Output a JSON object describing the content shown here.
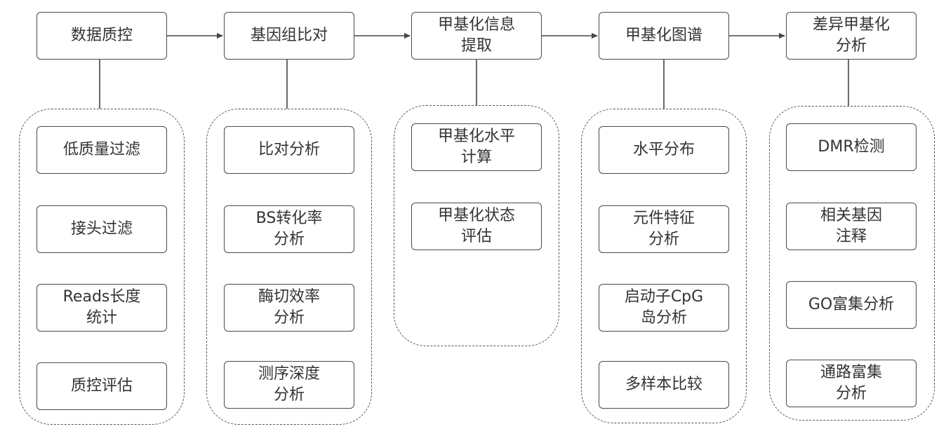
{
  "stages": [
    {
      "title": "数据质控",
      "steps": [
        "低质量过滤",
        "接头过滤",
        "Reads长度\n统计",
        "质控评估"
      ]
    },
    {
      "title": "基因组比对",
      "steps": [
        "比对分析",
        "BS转化率\n分析",
        "酶切效率\n分析",
        "测序深度\n分析"
      ]
    },
    {
      "title": "甲基化信息\n提取",
      "steps": [
        "甲基化水平\n计算",
        "甲基化状态\n评估"
      ]
    },
    {
      "title": "甲基化图谱",
      "steps": [
        "水平分布",
        "元件特征\n分析",
        "启动子CpG\n岛分析",
        "多样本比较"
      ]
    },
    {
      "title": "差异甲基化\n分析",
      "steps": [
        "DMR检测",
        "相关基因\n注释",
        "GO富集分析",
        "通路富集\n分析"
      ]
    }
  ],
  "colors": {
    "border": "#4a4a4a",
    "line": "#444444",
    "text": "#333333"
  }
}
